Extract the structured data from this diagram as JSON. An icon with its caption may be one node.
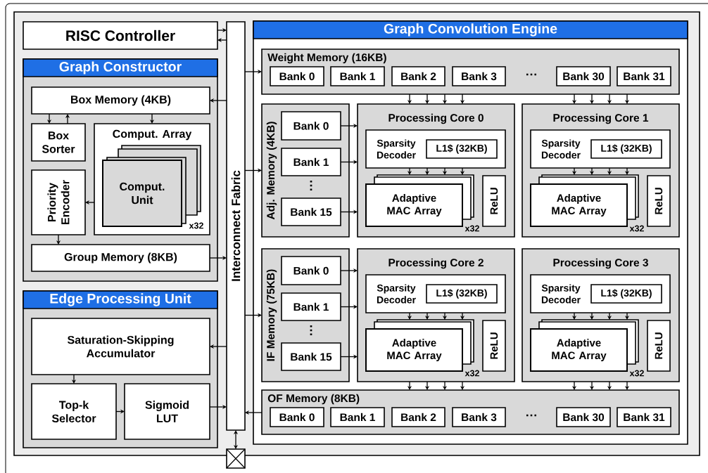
{
  "diagram": {
    "nodes": [
      {
        "text": [
          "RISC Controller"
        ]
      },
      {
        "text": [
          "Graph Constructor"
        ]
      },
      {
        "text": [
          "Box Memory (4KB)"
        ],
        "in": 1
      },
      {
        "text": [
          "Box Sorter"
        ],
        "in": 1
      },
      {
        "text": [
          "Comput. Array"
        ],
        "in": 1
      },
      {
        "text": [
          "Comput. Unit"
        ],
        "in": 4,
        "beside": [
          "x32"
        ]
      },
      {
        "text": [
          "Priority Encoder"
        ],
        "in": 1
      },
      {
        "text": [
          "Group Memory (8KB)"
        ],
        "in": 1
      },
      {
        "text": [
          "Edge Processing Unit"
        ]
      },
      {
        "text": [
          "Saturation-Skipping Accumulator"
        ],
        "in": 8
      },
      {
        "text": [
          "Top-k Selector"
        ],
        "in": 8
      },
      {
        "text": [
          "Sigmoid LUT"
        ],
        "in": 8
      },
      {
        "text": [
          "Interconnect Fabric"
        ]
      },
      {
        "text": [],
        "shape": "box"
      },
      {
        "text": [
          "Graph Convolution Engine"
        ]
      },
      {
        "text": [
          "Weight Memory (16KB)"
        ],
        "in": 14
      },
      {
        "text": [
          "Bank 0"
        ],
        "in": 15
      },
      {
        "text": [
          "Bank 1"
        ],
        "in": 15
      },
      {
        "text": [
          "Bank 2"
        ],
        "in": 15
      },
      {
        "text": [
          "Bank 3"
        ],
        "in": 15
      },
      {
        "text": [
          "Bank 30"
        ],
        "in": 15
      },
      {
        "text": [
          "Bank 31"
        ],
        "in": 15
      },
      {
        "text": [
          "Adj. Memory (4KB)"
        ],
        "in": 14
      },
      {
        "text": [
          "Bank 0"
        ],
        "in": 22
      },
      {
        "text": [
          "Bank 1"
        ],
        "in": 22
      },
      {
        "text": [
          "Bank 15"
        ],
        "in": 22
      },
      {
        "text": [
          "Processing Core 0"
        ],
        "in": 14
      },
      {
        "text": [
          "Sparsity Decoder"
        ],
        "in": 26
      },
      {
        "text": [
          "L1$ (32KB)"
        ],
        "in": 27
      },
      {
        "text": [
          "Adaptive MAC Array"
        ],
        "in": 26,
        "beside": [
          "x32"
        ]
      },
      {
        "text": [
          "ReLU"
        ],
        "in": 26
      },
      {
        "text": [
          "Processing Core 1"
        ],
        "in": 14
      },
      {
        "text": [
          "Sparsity Decoder"
        ],
        "in": 31
      },
      {
        "text": [
          "L1$ (32KB)"
        ],
        "in": 32
      },
      {
        "text": [
          "Adaptive MAC Array"
        ],
        "in": 31,
        "beside": [
          "x32"
        ]
      },
      {
        "text": [
          "ReLU"
        ],
        "in": 31
      },
      {
        "text": [
          "IF Memory (75KB)"
        ],
        "in": 14
      },
      {
        "text": [
          "Bank 0"
        ],
        "in": 36
      },
      {
        "text": [
          "Bank 1"
        ],
        "in": 36
      },
      {
        "text": [
          "Bank 15"
        ],
        "in": 36
      },
      {
        "text": [
          "Processing Core 2"
        ],
        "in": 14
      },
      {
        "text": [
          "Sparsity Decoder"
        ],
        "in": 40
      },
      {
        "text": [
          "L1$ (32KB)"
        ],
        "in": 41
      },
      {
        "text": [
          "Adaptive MAC Array"
        ],
        "in": 40,
        "beside": [
          "x32"
        ]
      },
      {
        "text": [
          "ReLU"
        ],
        "in": 40
      },
      {
        "text": [
          "Processing Core 3"
        ],
        "in": 14
      },
      {
        "text": [
          "Sparsity Decoder"
        ],
        "in": 45
      },
      {
        "text": [
          "L1$ (32KB)"
        ],
        "in": 46
      },
      {
        "text": [
          "Adaptive MAC Array"
        ],
        "in": 45,
        "beside": [
          "x32"
        ]
      },
      {
        "text": [
          "ReLU"
        ],
        "in": 45
      },
      {
        "text": [
          "OF Memory (8KB)"
        ],
        "in": 14
      },
      {
        "text": [
          "Bank 0"
        ],
        "in": 50
      },
      {
        "text": [
          "Bank 1"
        ],
        "in": 50
      },
      {
        "text": [
          "Bank 2"
        ],
        "in": 50
      },
      {
        "text": [
          "Bank 3"
        ],
        "in": 50
      },
      {
        "text": [
          "Bank 30"
        ],
        "in": 50
      },
      {
        "text": [
          "Bank 31"
        ],
        "in": 50
      }
    ],
    "edges": [
      {
        "from": 0,
        "to": 12,
        "arrow": "to"
      },
      {
        "from": 12,
        "to": 0,
        "arrow": "to"
      },
      {
        "from": 12,
        "to": 2,
        "arrow": "to"
      },
      {
        "from": 2,
        "to": 3,
        "arrow": "to"
      },
      {
        "from": 3,
        "to": 2,
        "arrow": "to"
      },
      {
        "from": 2,
        "to": 4,
        "arrow": "to"
      },
      {
        "from": 4,
        "to": 6,
        "arrow": "to"
      },
      {
        "from": 6,
        "to": 7,
        "arrow": "to"
      },
      {
        "from": 7,
        "to": 12,
        "arrow": "to"
      },
      {
        "from": 12,
        "to": 9,
        "arrow": "to"
      },
      {
        "from": 9,
        "to": 10,
        "arrow": "to"
      },
      {
        "from": 10,
        "to": 11,
        "arrow": "to"
      },
      {
        "from": 11,
        "to": 12,
        "arrow": "to"
      },
      {
        "from": 12,
        "to": 13,
        "arrow": "both"
      },
      {
        "from": 12,
        "to": 15,
        "arrow": "to"
      },
      {
        "from": 12,
        "to": 22,
        "arrow": "to"
      },
      {
        "from": 12,
        "to": 36,
        "arrow": "to"
      },
      {
        "from": 50,
        "to": 12,
        "arrow": "to"
      },
      {
        "from": 15,
        "to": 26,
        "arrow": "to"
      },
      {
        "from": 15,
        "to": 26,
        "arrow": "to"
      },
      {
        "from": 15,
        "to": 26,
        "arrow": "to"
      },
      {
        "from": 15,
        "to": 26,
        "arrow": "to"
      },
      {
        "from": 15,
        "to": 31,
        "arrow": "to"
      },
      {
        "from": 15,
        "to": 31,
        "arrow": "to"
      },
      {
        "from": 15,
        "to": 31,
        "arrow": "to"
      },
      {
        "from": 15,
        "to": 31,
        "arrow": "to"
      },
      {
        "from": 23,
        "to": 26,
        "arrow": "to"
      },
      {
        "from": 24,
        "to": 26,
        "arrow": "to"
      },
      {
        "from": 25,
        "to": 26,
        "arrow": "to"
      },
      {
        "from": 37,
        "to": 40,
        "arrow": "to"
      },
      {
        "from": 38,
        "to": 40,
        "arrow": "to"
      },
      {
        "from": 39,
        "to": 40,
        "arrow": "to"
      },
      {
        "from": 27,
        "to": 29,
        "arrow": "to"
      },
      {
        "from": 27,
        "to": 29,
        "arrow": "to"
      },
      {
        "from": 27,
        "to": 29,
        "arrow": "to"
      },
      {
        "from": 27,
        "to": 29,
        "arrow": "to"
      },
      {
        "from": 32,
        "to": 34,
        "arrow": "to"
      },
      {
        "from": 32,
        "to": 34,
        "arrow": "to"
      },
      {
        "from": 32,
        "to": 34,
        "arrow": "to"
      },
      {
        "from": 32,
        "to": 34,
        "arrow": "to"
      },
      {
        "from": 41,
        "to": 43,
        "arrow": "to"
      },
      {
        "from": 41,
        "to": 43,
        "arrow": "to"
      },
      {
        "from": 41,
        "to": 43,
        "arrow": "to"
      },
      {
        "from": 41,
        "to": 43,
        "arrow": "to"
      },
      {
        "from": 46,
        "to": 48,
        "arrow": "to"
      },
      {
        "from": 46,
        "to": 48,
        "arrow": "to"
      },
      {
        "from": 46,
        "to": 48,
        "arrow": "to"
      },
      {
        "from": 46,
        "to": 48,
        "arrow": "to"
      },
      {
        "from": 40,
        "to": 50,
        "arrow": "to"
      },
      {
        "from": 40,
        "to": 50,
        "arrow": "to"
      },
      {
        "from": 40,
        "to": 50,
        "arrow": "to"
      },
      {
        "from": 40,
        "to": 50,
        "arrow": "to"
      },
      {
        "from": 45,
        "to": 50,
        "arrow": "to"
      },
      {
        "from": 45,
        "to": 50,
        "arrow": "to"
      },
      {
        "from": 45,
        "to": 50,
        "arrow": "to"
      },
      {
        "from": 45,
        "to": 50,
        "arrow": "to"
      }
    ],
    "labels": [
      "…",
      "…",
      "…",
      "…"
    ]
  }
}
